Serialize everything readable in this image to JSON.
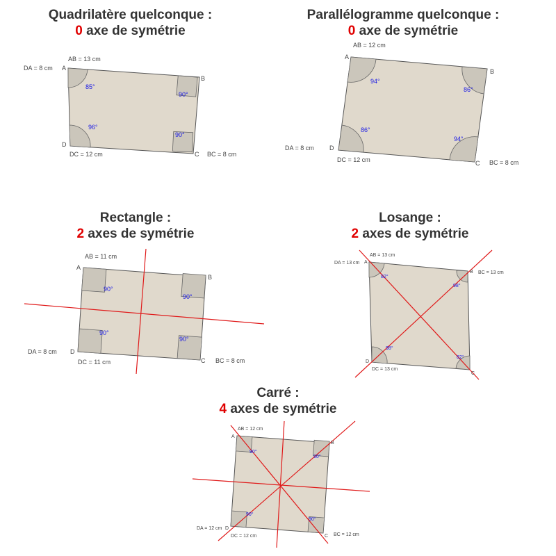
{
  "panels": {
    "quad": {
      "title": "Quadrilatère quelconque :",
      "count": "0",
      "axes_text": "axe de symétrie",
      "vertices": {
        "A": "A",
        "B": "B",
        "C": "C",
        "D": "D"
      },
      "sides": {
        "AB": "AB = 13 cm",
        "DA": "DA = 8 cm",
        "DC": "DC = 12 cm",
        "BC": "BC = 8 cm"
      },
      "angles": {
        "A": "85°",
        "B": "90°",
        "C": "90°",
        "D": "96°"
      }
    },
    "para": {
      "title": "Parallélogramme quelconque :",
      "count": "0",
      "axes_text": "axe de symétrie",
      "vertices": {
        "A": "A",
        "B": "B",
        "C": "C",
        "D": "D"
      },
      "sides": {
        "AB": "AB = 12 cm",
        "DA": "DA = 8 cm",
        "DC": "DC = 12 cm",
        "BC": "BC = 8 cm"
      },
      "angles": {
        "A": "94°",
        "B": "86°",
        "C": "94°",
        "D": "86°"
      }
    },
    "rect": {
      "title": "Rectangle :",
      "count": "2",
      "axes_text": "axes de symétrie",
      "vertices": {
        "A": "A",
        "B": "B",
        "C": "C",
        "D": "D"
      },
      "sides": {
        "AB": "AB = 11 cm",
        "DA": "DA = 8 cm",
        "DC": "DC = 11 cm",
        "BC": "BC = 8 cm"
      },
      "angles": {
        "A": "90°",
        "B": "90°",
        "C": "90°",
        "D": "90°"
      }
    },
    "losange": {
      "title": "Losange :",
      "count": "2",
      "axes_text": "axes de symétrie",
      "vertices": {
        "A": "A",
        "B": "B",
        "C": "C",
        "D": "D"
      },
      "sides": {
        "AB": "AB = 13 cm",
        "DA": "DA = 13 cm",
        "DC": "DC = 13 cm",
        "BC": "BC = 13 cm"
      },
      "angles": {
        "A": "82°",
        "B": "98°",
        "C": "82°",
        "D": "98°"
      }
    },
    "carre": {
      "title": "Carré :",
      "count": "4",
      "axes_text": "axes de symétrie",
      "vertices": {
        "A": "A",
        "B": "B",
        "C": "C",
        "D": "D"
      },
      "sides": {
        "AB": "AB = 12 cm",
        "DA": "DA = 12 cm",
        "DC": "DC = 12 cm",
        "BC": "BC = 12 cm"
      },
      "angles": {
        "A": "90°",
        "B": "90°",
        "C": "90°",
        "D": "90°"
      }
    }
  },
  "colors": {
    "shape_fill": "#e0d9cc",
    "axis_line": "#e01a1a",
    "angle_text": "#1a1ae6",
    "count_highlight": "#e00000"
  }
}
